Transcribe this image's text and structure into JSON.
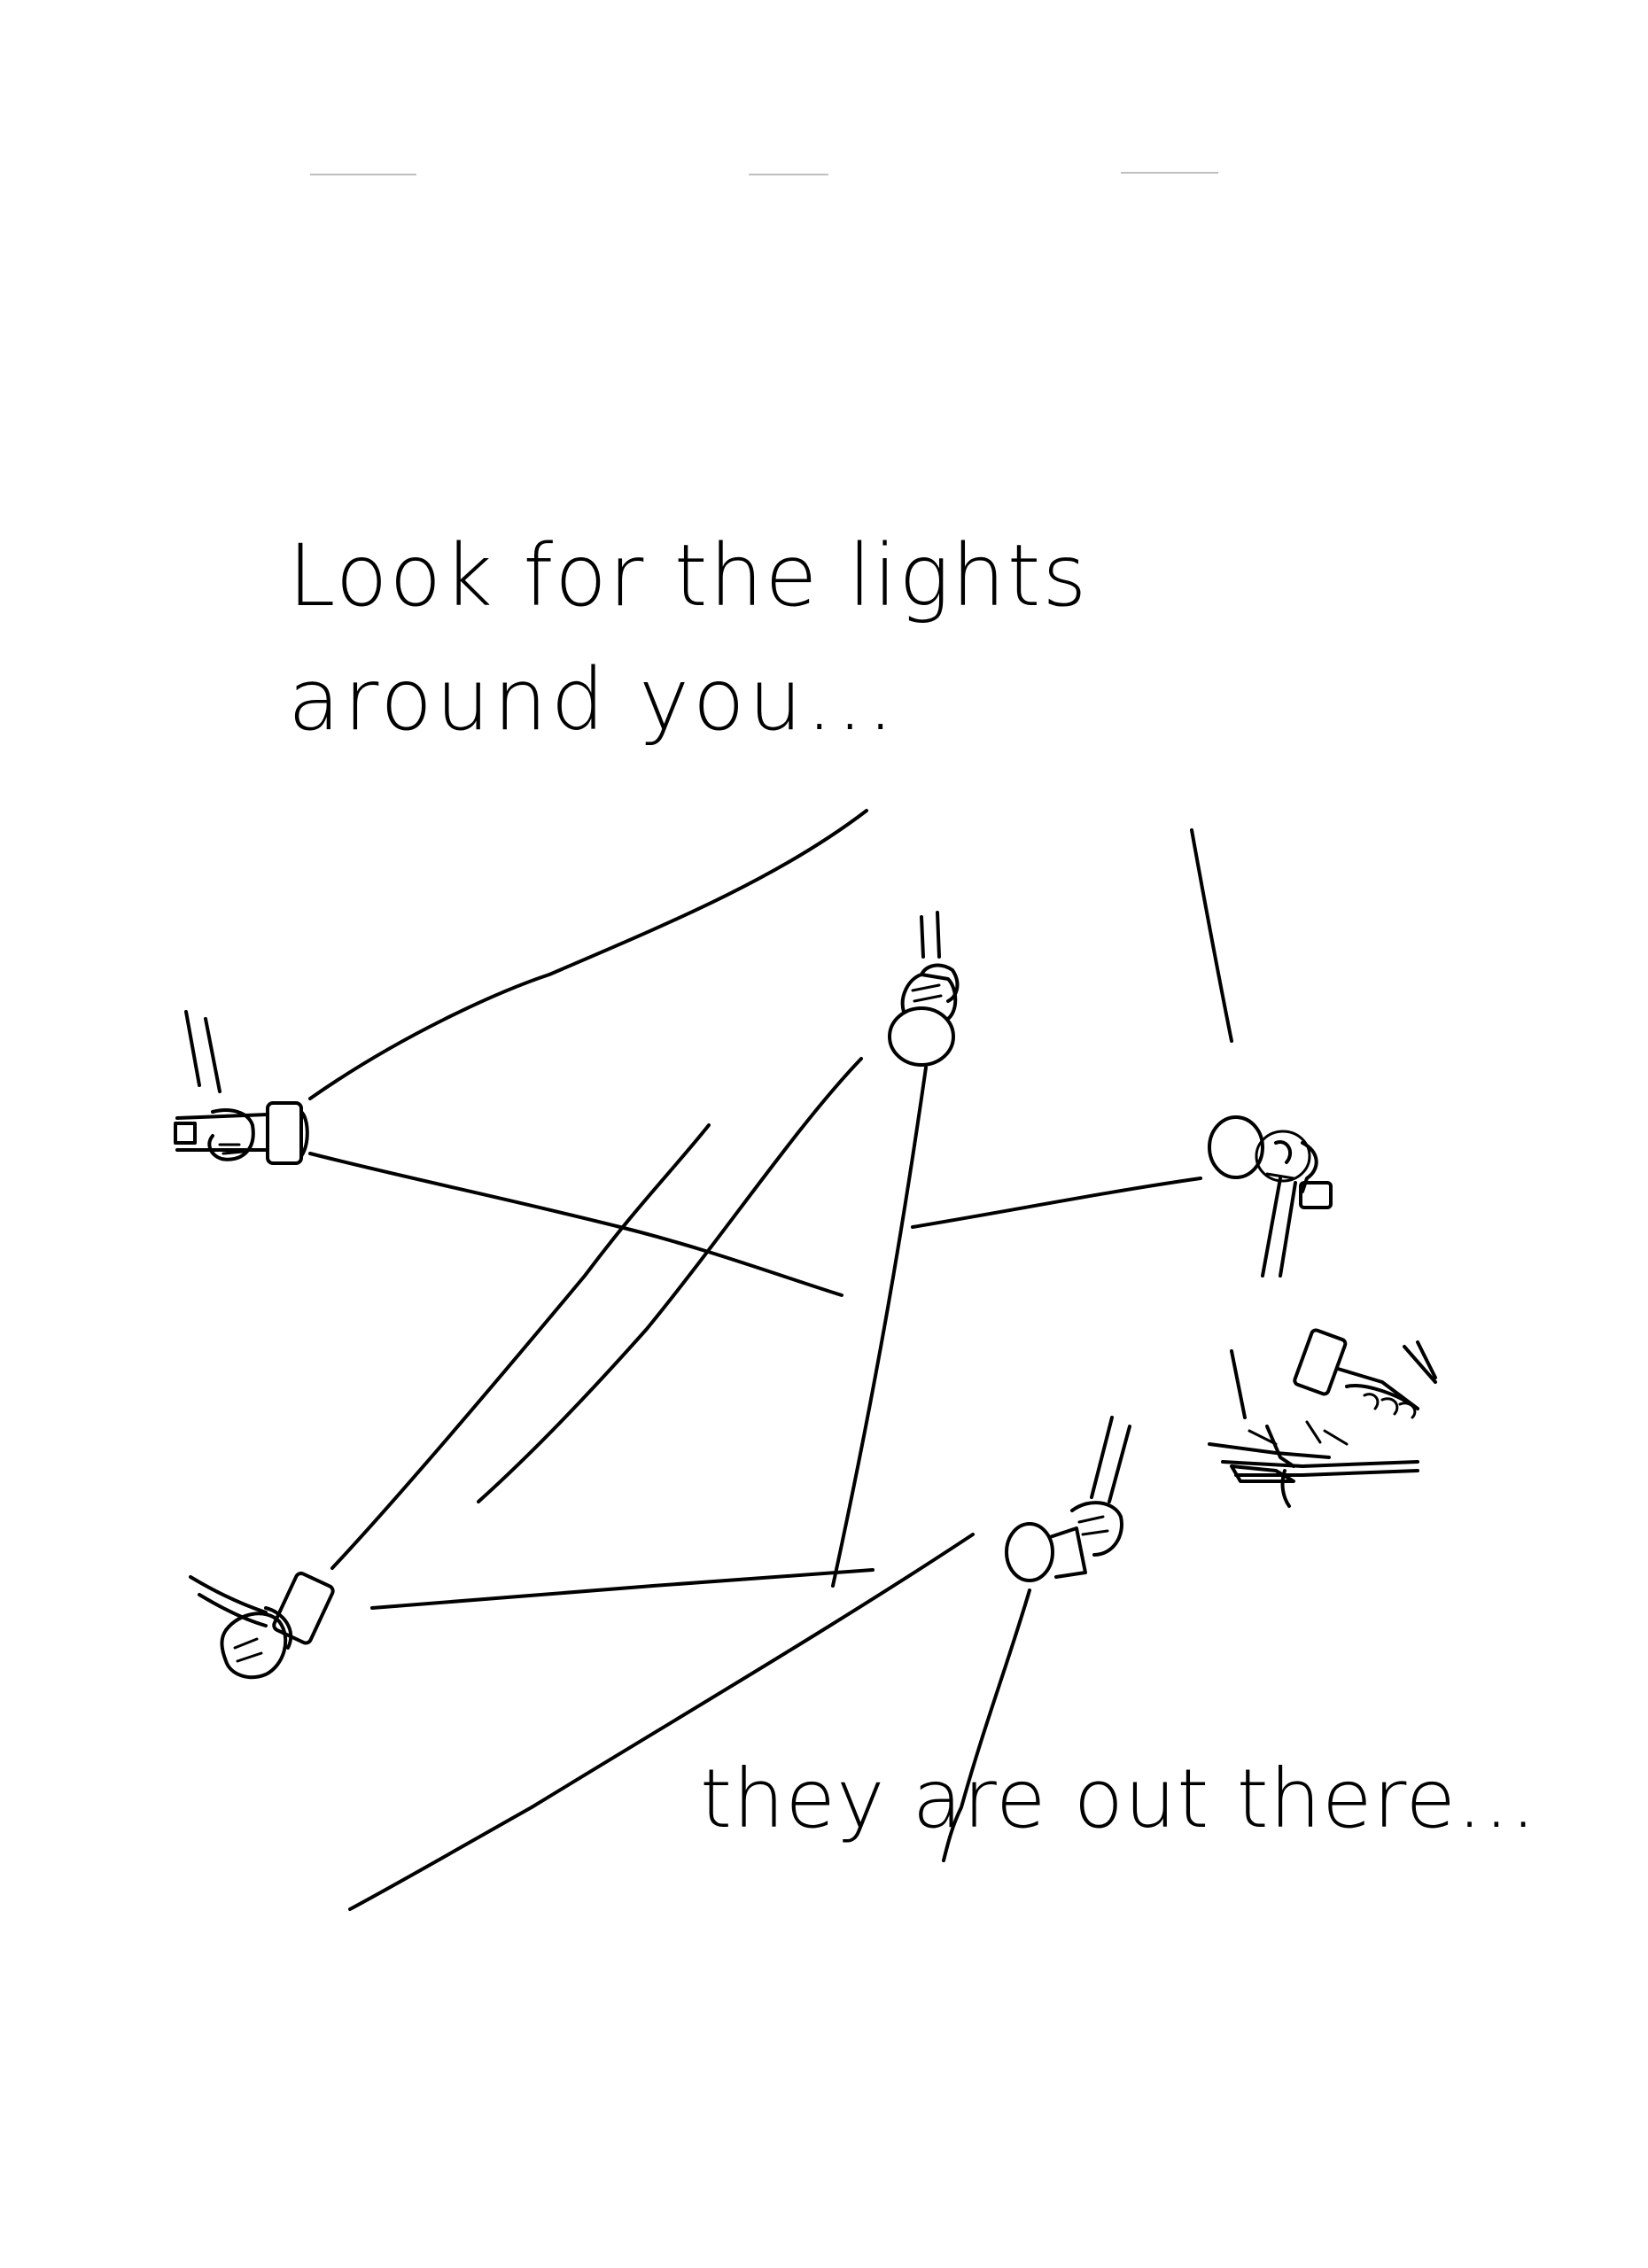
{
  "caption_top_line1": "Look for the lights",
  "caption_top_line2": "around you...",
  "caption_bottom": "they are out there...",
  "colors": {
    "ink": "#000000",
    "paper": "#ffffff"
  },
  "icons": [
    "flashlight-hand-left",
    "flashlight-hand-top",
    "flashlight-hand-right",
    "flashlight-hand-bottom-left",
    "flashlight-hand-bottom",
    "flashlight-on-ground"
  ]
}
